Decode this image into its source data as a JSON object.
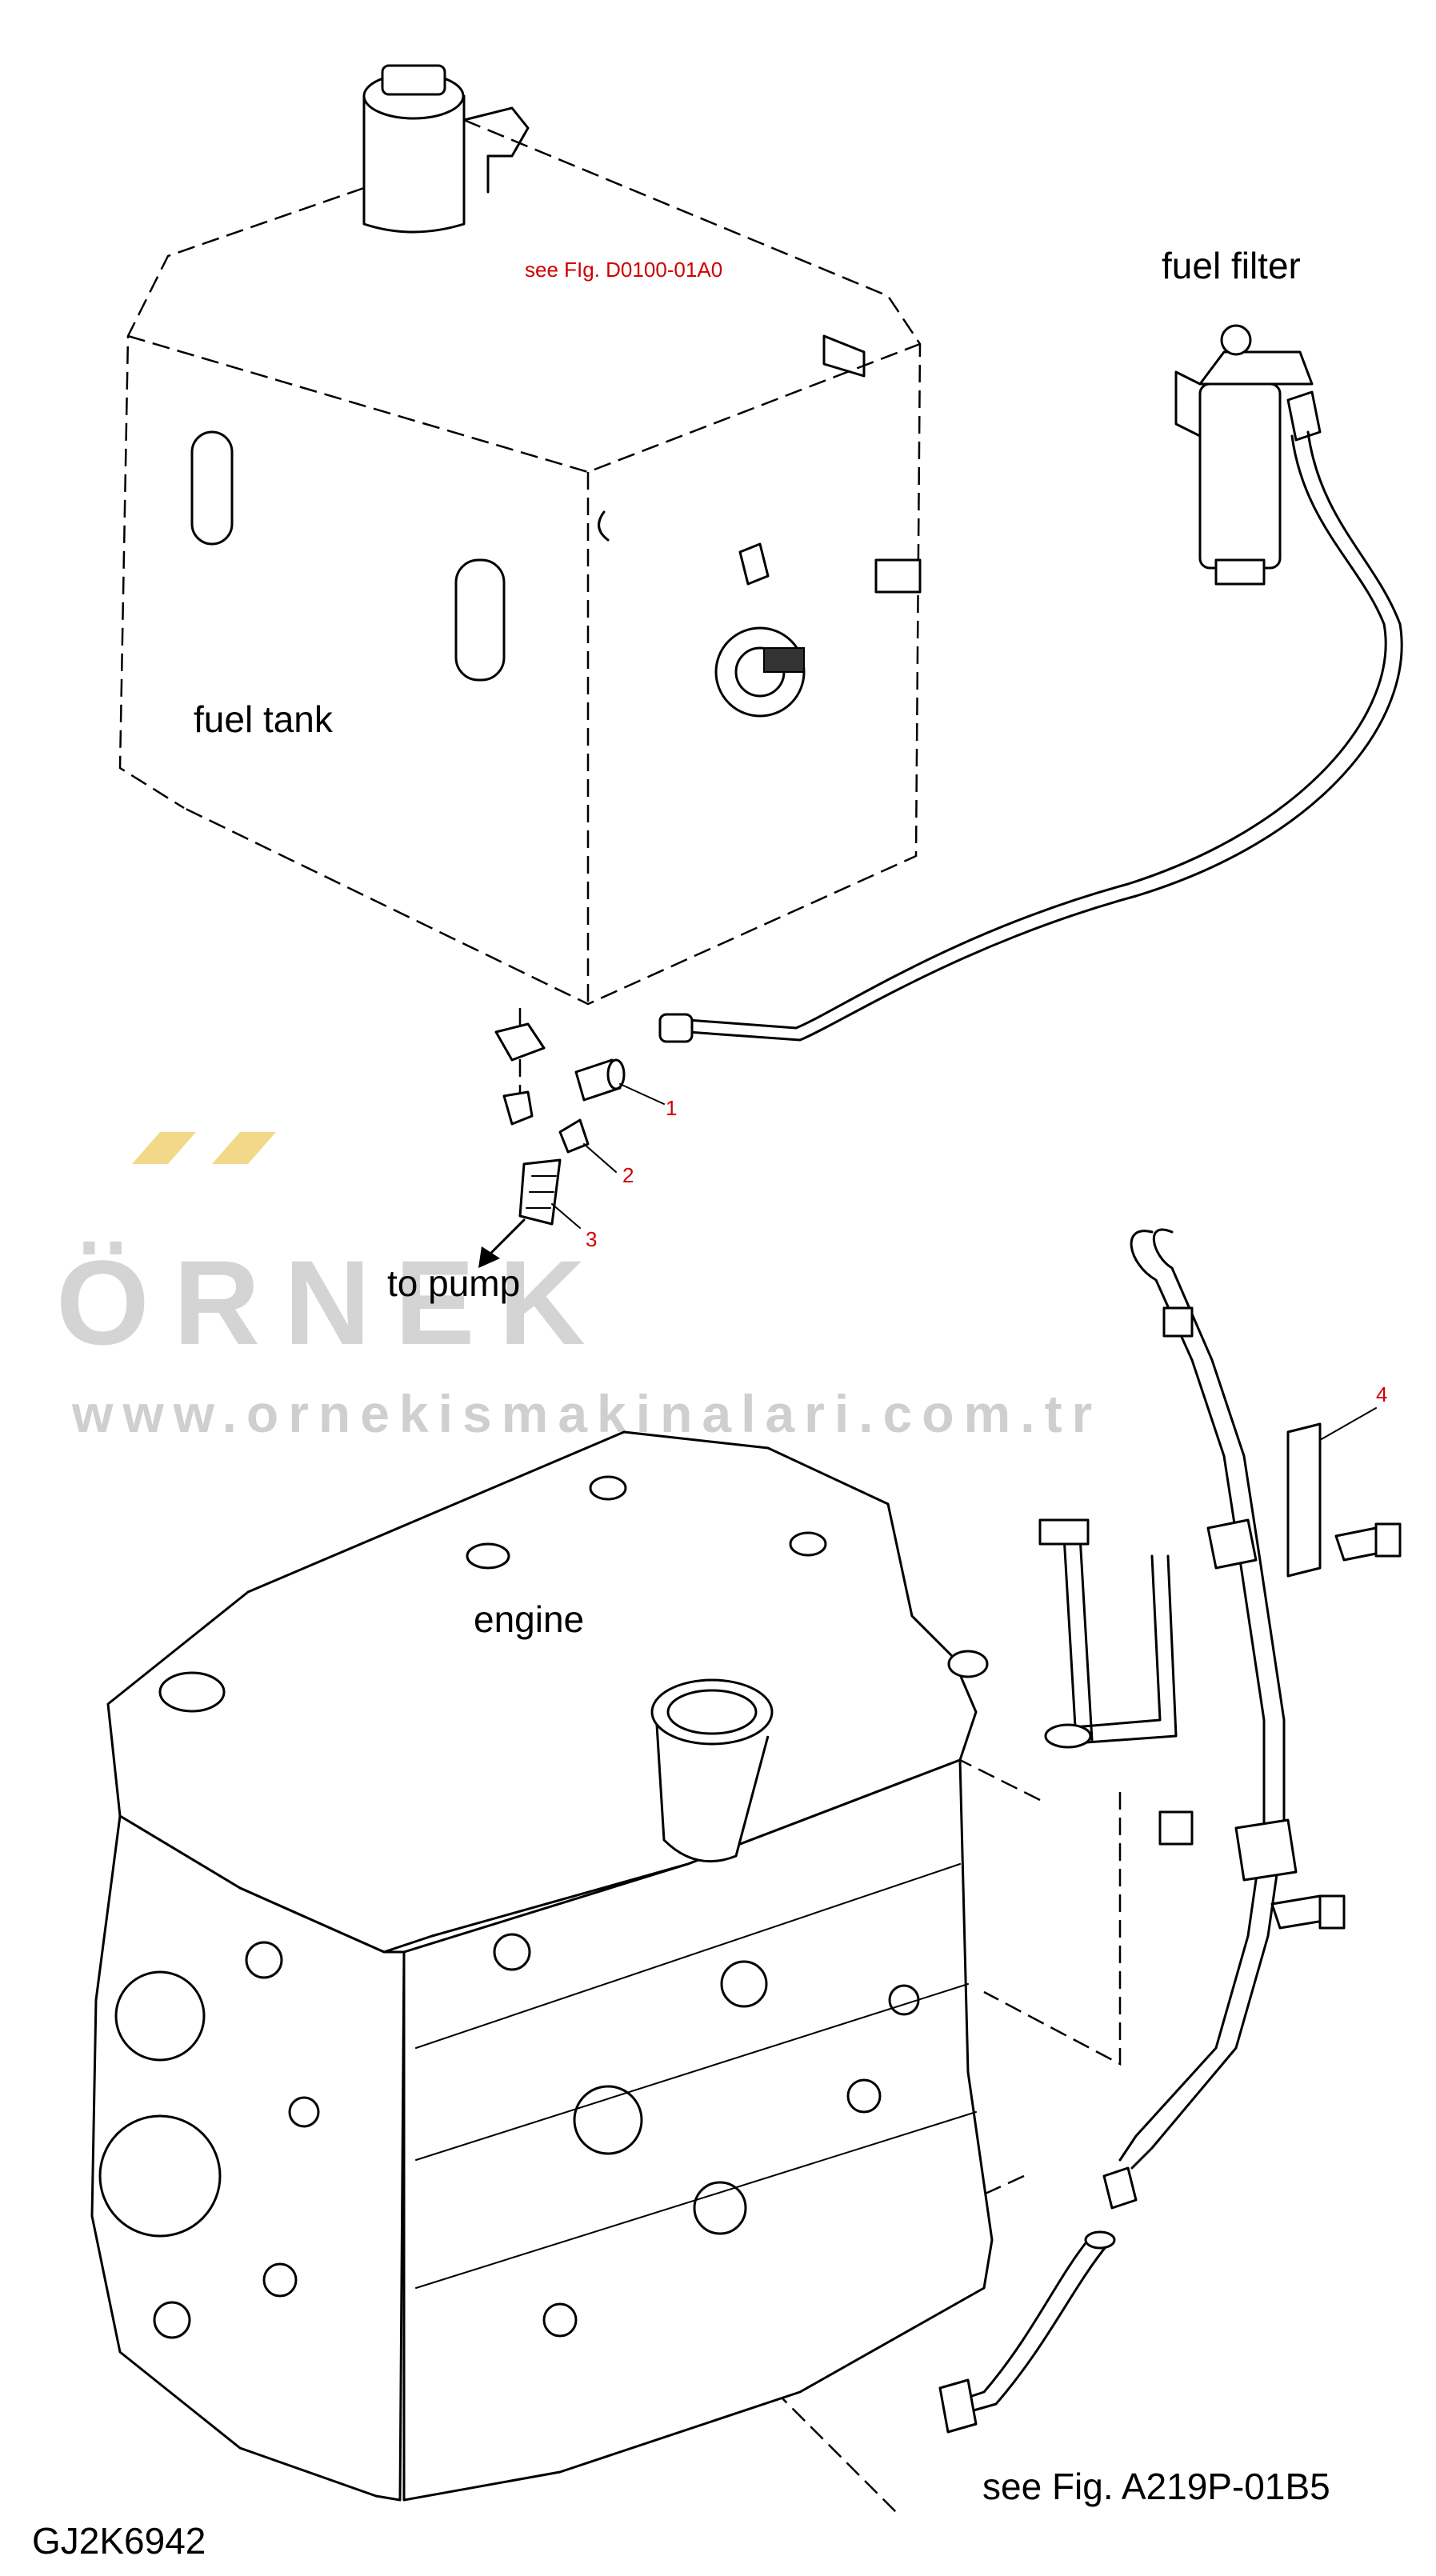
{
  "diagram": {
    "labels": {
      "fuel_tank": "fuel tank",
      "fuel_filter": "fuel filter",
      "engine": "engine",
      "to_pump": "to pump",
      "see_fig_tank": "see FIg. D0100-01A0",
      "see_fig_bottom": "see Fig. A219P-01B5",
      "drawing_id": "GJ2K6942"
    },
    "callouts": [
      "1",
      "2",
      "3",
      "4"
    ],
    "watermark": {
      "brand": "ÖRNEK",
      "url": "www.ornekismakinalari.com.tr"
    },
    "colors": {
      "line": "#000000",
      "callout": "#d00000",
      "watermark": "#d4d4d4",
      "watermark_accent": "#f2d98a"
    }
  }
}
